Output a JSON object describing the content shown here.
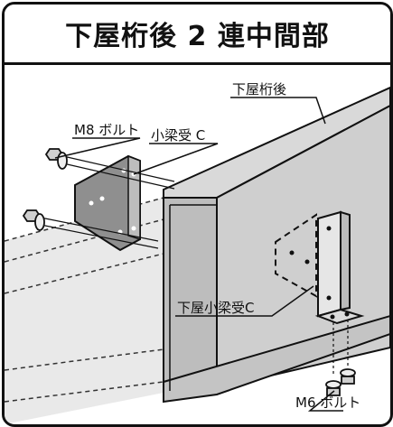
{
  "title": "下屋桁後 2 連中間部",
  "labels": {
    "beam": "下屋桁後",
    "m8_bolt": "M8 ボルト",
    "bracket_c": "小梁受 C",
    "lower_bracket_c": "下屋小梁受C",
    "m6_bolt": "M6 ボルト"
  }
}
